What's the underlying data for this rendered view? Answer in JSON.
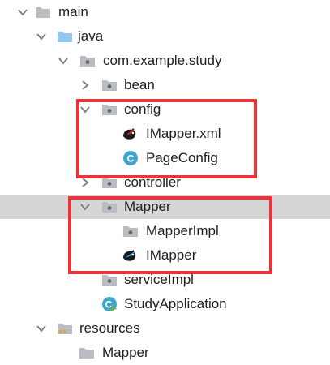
{
  "tree": {
    "main": "main",
    "java": "java",
    "package": "com.example.study",
    "bean": "bean",
    "config": "config",
    "imapper_xml": "IMapper.xml",
    "page_config": "PageConfig",
    "controller": "controller",
    "mapper_pkg": "Mapper",
    "mapper_impl": "MapperImpl",
    "imapper": "IMapper",
    "service_impl": "serviceImpl",
    "study_application": "StudyApplication",
    "resources": "resources",
    "resources_mapper": "Mapper"
  },
  "colors": {
    "highlight_box": "#e8343a",
    "selected_row": "#d6d6d6",
    "folder_gray": "#b9bcc1",
    "folder_blue": "#8fc9ee",
    "class_icon": "#3fa6c8"
  },
  "icons": {
    "expanded": "chevron-down-icon",
    "collapsed": "chevron-right-icon",
    "folder": "folder-icon",
    "package": "package-icon",
    "mybatis": "mybatis-bird-icon",
    "class": "class-icon",
    "spring_boot": "spring-boot-class-icon"
  }
}
